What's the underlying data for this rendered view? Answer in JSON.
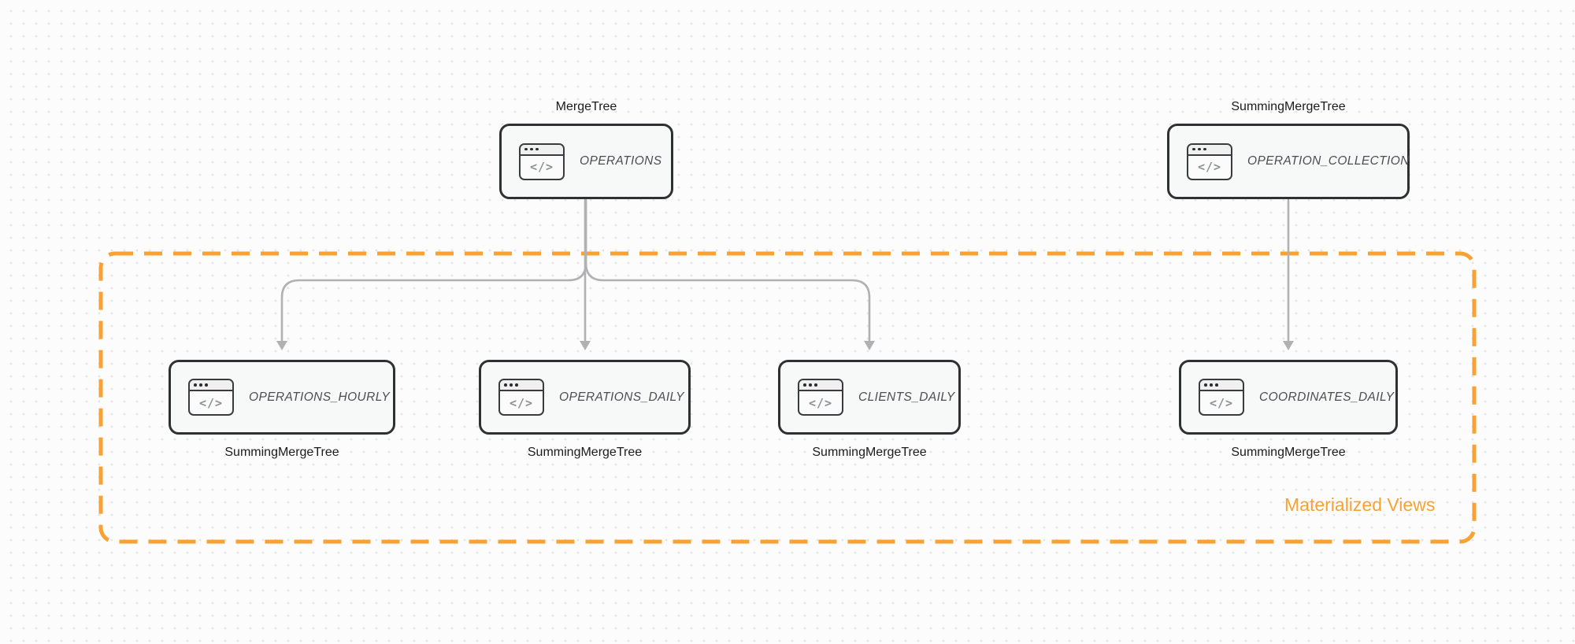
{
  "colors": {
    "accent_orange": "#F8A233",
    "node_border": "#2F3032",
    "node_fill": "#F7F8F8",
    "arrow_gray": "#B1B1B3",
    "engine_label_text": "#1B1B1D",
    "node_name_text": "#4B4D50",
    "dot_grid": "#E4E4E7"
  },
  "icons": {
    "code_window_glyph": "</>"
  },
  "nodes": {
    "operations": {
      "name": "OPERATIONS",
      "engine": "MergeTree"
    },
    "operation_collection": {
      "name": "OPERATION_COLLECTION",
      "engine": "SummingMergeTree"
    },
    "operations_hourly": {
      "name": "OPERATIONS_HOURLY",
      "engine": "SummingMergeTree"
    },
    "operations_daily": {
      "name": "OPERATIONS_DAILY",
      "engine": "SummingMergeTree"
    },
    "clients_daily": {
      "name": "CLIENTS_DAILY",
      "engine": "SummingMergeTree"
    },
    "coordinates_daily": {
      "name": "COORDINATES_DAILY",
      "engine": "SummingMergeTree"
    }
  },
  "group": {
    "label": "Materialized Views"
  },
  "edges": [
    {
      "from": "operations",
      "to": "operations_hourly"
    },
    {
      "from": "operations",
      "to": "operations_daily"
    },
    {
      "from": "operations",
      "to": "clients_daily"
    },
    {
      "from": "operation_collection",
      "to": "coordinates_daily"
    }
  ]
}
